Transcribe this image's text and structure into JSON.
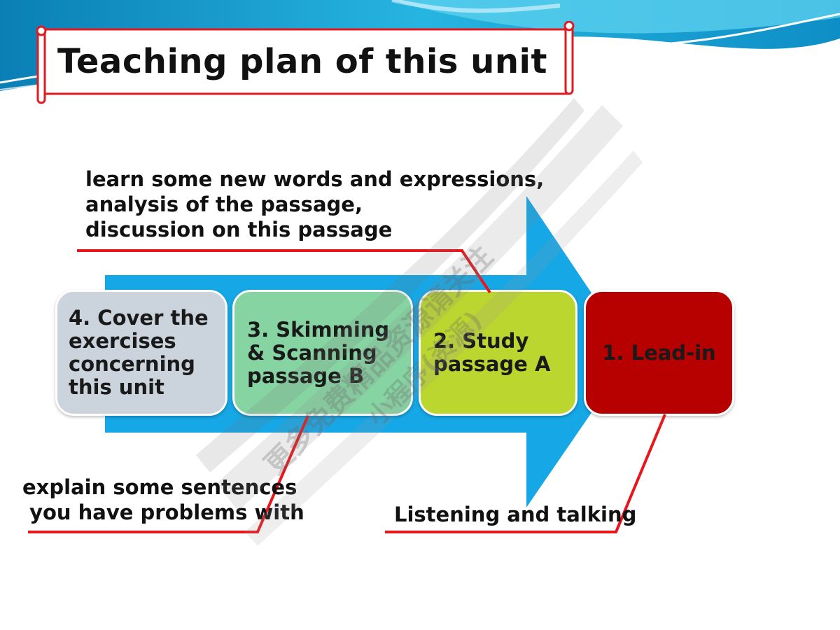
{
  "title": "Teaching plan of this unit",
  "steps": [
    {
      "label": "4. Cover the\nexercises\nconcerning\nthis unit",
      "color": "#cbd3dc"
    },
    {
      "label": "3. Skimming\n& Scanning\npassage B",
      "color": "#86d4a2"
    },
    {
      "label": "2. Study\npassage A",
      "color": "#bcd630"
    },
    {
      "label": "1. Lead-in",
      "color": "#b70000"
    }
  ],
  "notes": {
    "top": "learn some new words and expressions,\nanalysis of the passage,\ndiscussion on this passage",
    "left": "explain some sentences\n you have problems with",
    "right": "Listening and talking"
  },
  "colors": {
    "arrow": "#16a7e6",
    "callout_line": "#e8151b",
    "scroll_border": "#e01a22"
  },
  "watermark": {
    "text": "更多免费精品资源请关注",
    "sub": "小程序(资源)"
  }
}
